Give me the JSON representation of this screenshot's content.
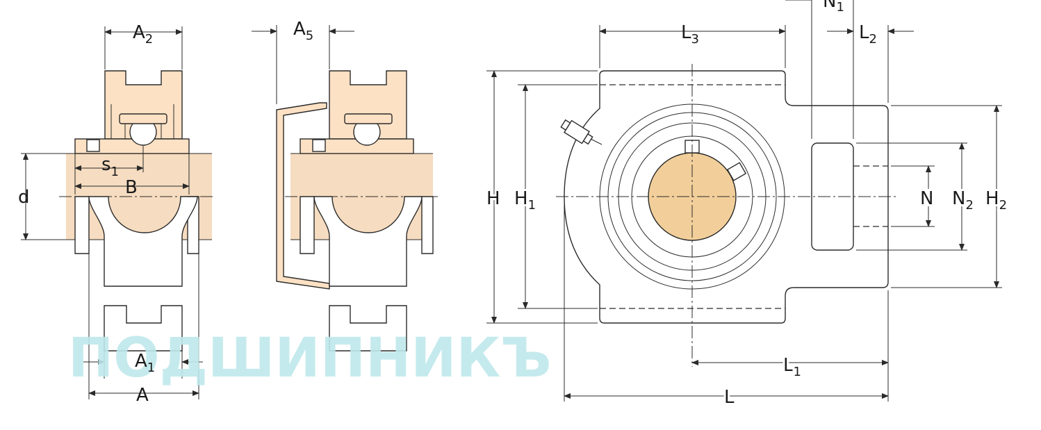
{
  "labels": {
    "A2": {
      "main": "A",
      "sub": "2"
    },
    "A5": {
      "main": "A",
      "sub": "5"
    },
    "s1": {
      "main": "s",
      "sub": "1"
    },
    "B": {
      "main": "B"
    },
    "d": {
      "main": "d"
    },
    "A1": {
      "main": "A",
      "sub": "1"
    },
    "A": {
      "main": "A"
    },
    "L3": {
      "main": "L",
      "sub": "3"
    },
    "N1": {
      "main": "N",
      "sub": "1"
    },
    "L2": {
      "main": "L",
      "sub": "2"
    },
    "H": {
      "main": "H"
    },
    "H1": {
      "main": "H",
      "sub": "1"
    },
    "N": {
      "main": "N"
    },
    "N2": {
      "main": "N",
      "sub": "2"
    },
    "H2": {
      "main": "H",
      "sub": "2"
    },
    "L1": {
      "main": "L",
      "sub": "1"
    },
    "L": {
      "main": "L"
    }
  },
  "watermark": {
    "text": "ПОДШИПНИКЪ"
  },
  "colors": {
    "housing": "#fde1c4",
    "shaft": "#f6dcc0",
    "bore": "#f2cf9a",
    "watermark": "#bfe8ec"
  }
}
